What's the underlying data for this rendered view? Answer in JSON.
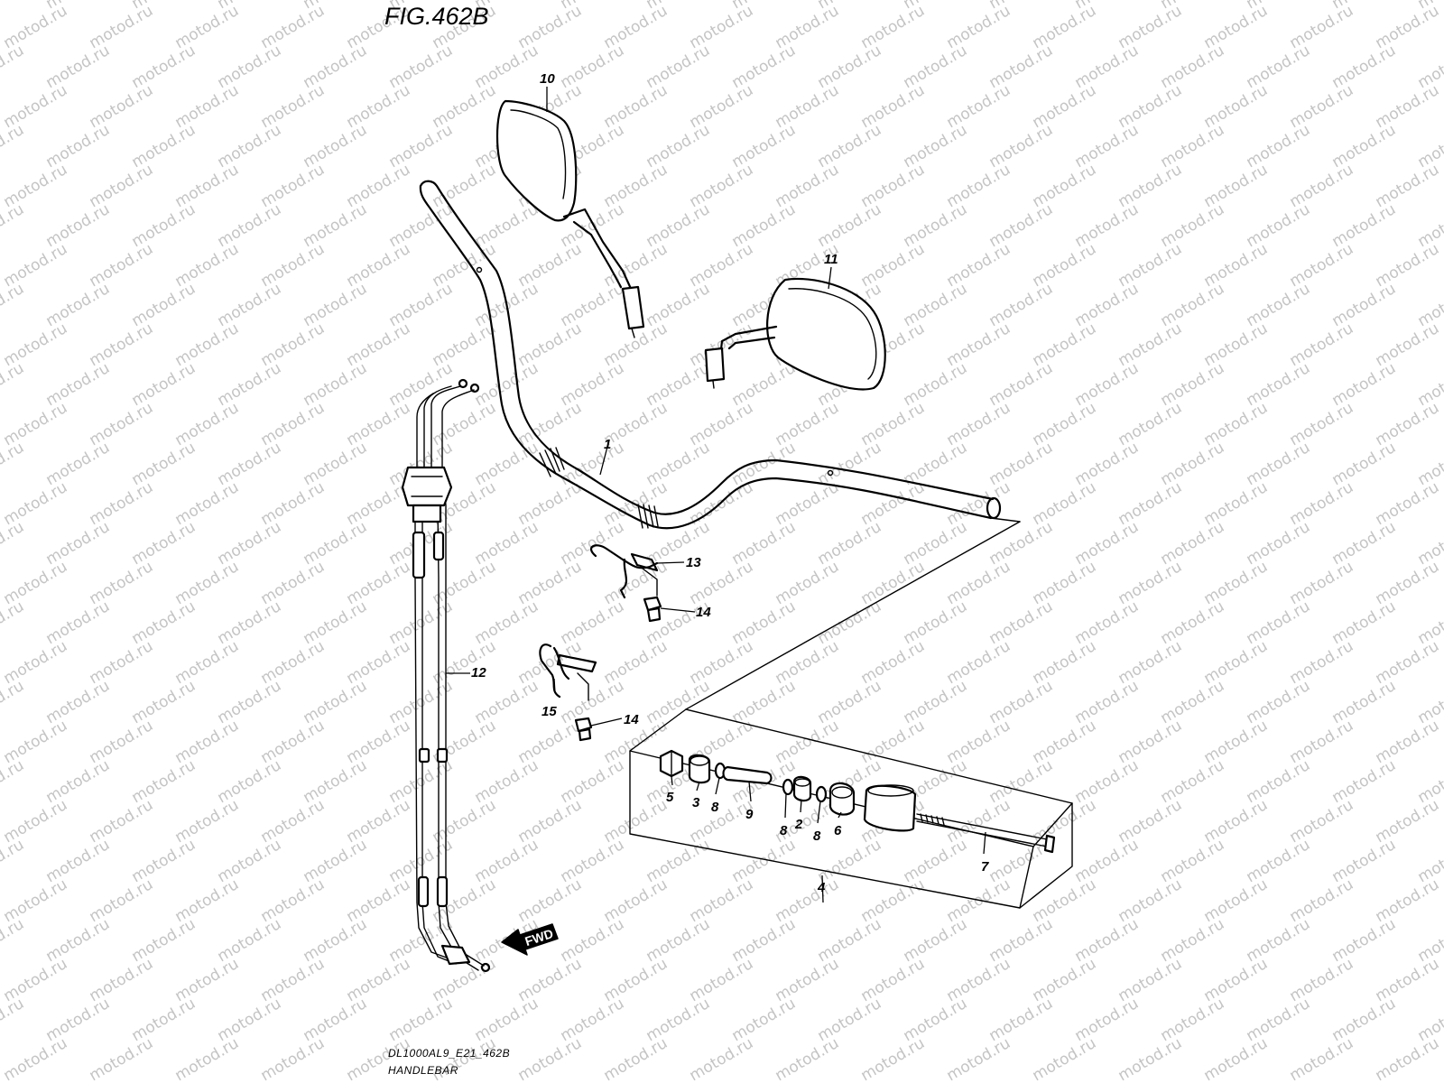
{
  "figure": {
    "title": "FIG.462B",
    "code": "DL1000AL9_E21_462B",
    "name": "HANDLEBAR"
  },
  "watermark": "motod.ru",
  "fwd_label": "FWD",
  "callouts": [
    "1",
    "2",
    "3",
    "4",
    "5",
    "6",
    "7",
    "8",
    "8",
    "8",
    "9",
    "10",
    "11",
    "12",
    "13",
    "14",
    "14",
    "15"
  ]
}
